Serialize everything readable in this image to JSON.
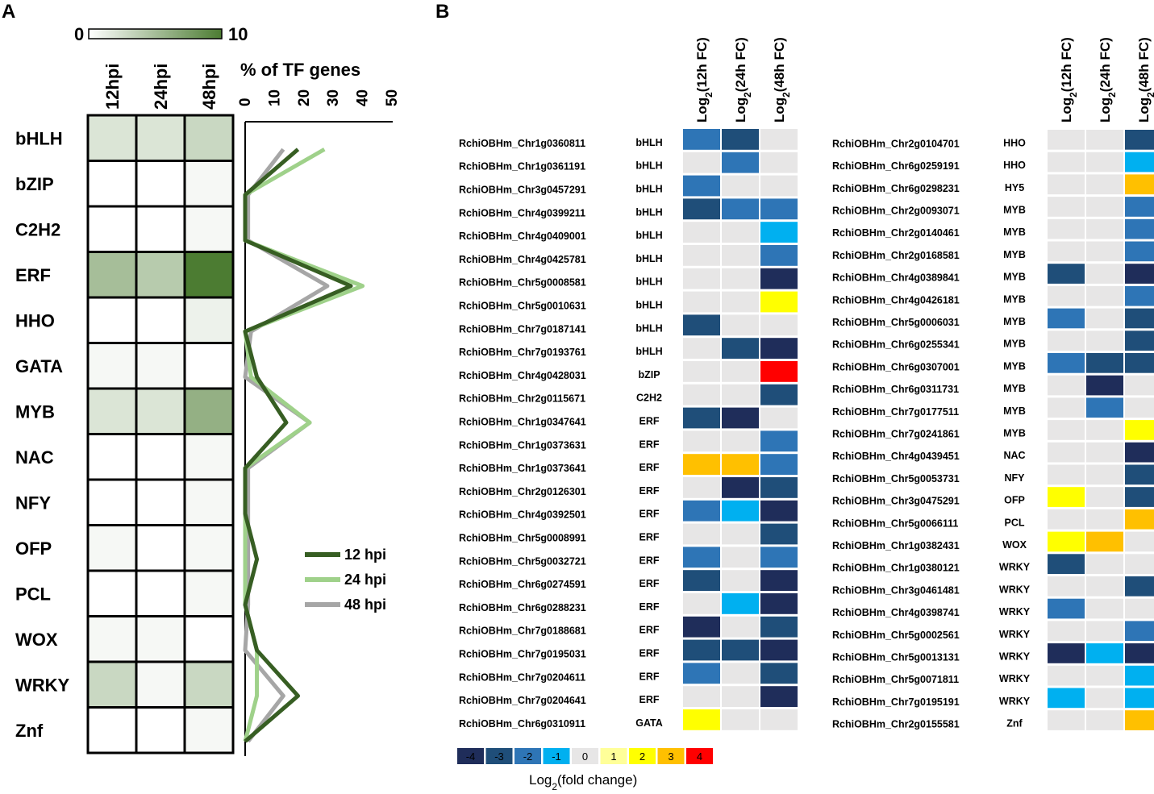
{
  "panels": {
    "a": "A",
    "b": "B"
  },
  "chart_data": [
    {
      "type": "heatmap",
      "panel": "A",
      "colorbar": {
        "min_label": "0",
        "max_label": "10",
        "min": 0,
        "max": 10,
        "low_color": "#ffffff",
        "high_color": "#4c7c32"
      },
      "columns": [
        "12hpi",
        "24hpi",
        "48hpi"
      ],
      "rows": [
        "bHLH",
        "bZIP",
        "C2H2",
        "ERF",
        "HHO",
        "GATA",
        "MYB",
        "NAC",
        "NFY",
        "OFP",
        "PCL",
        "WOX",
        "WRKY",
        "Znf"
      ],
      "values": [
        [
          2,
          2,
          3
        ],
        [
          0,
          0,
          0.5
        ],
        [
          0,
          0,
          0.5
        ],
        [
          5,
          4,
          10
        ],
        [
          0,
          0,
          1
        ],
        [
          0.5,
          0.5,
          0
        ],
        [
          2,
          2,
          6
        ],
        [
          0,
          0,
          0.5
        ],
        [
          0,
          0,
          0.5
        ],
        [
          0.5,
          0,
          0.5
        ],
        [
          0,
          0,
          0.5
        ],
        [
          0.5,
          0.5,
          0
        ],
        [
          3,
          0.5,
          3
        ],
        [
          0,
          0,
          0.5
        ]
      ]
    },
    {
      "type": "line",
      "panel": "A",
      "title": "% of TF genes",
      "xlim": [
        0,
        50
      ],
      "xticks": [
        "0",
        "10",
        "20",
        "30",
        "40",
        "50"
      ],
      "categories": [
        "bHLH",
        "bZIP",
        "C2H2",
        "ERF",
        "HHO",
        "GATA",
        "MYB",
        "NAC",
        "NFY",
        "OFP",
        "PCL",
        "WOX",
        "WRKY",
        "Znf"
      ],
      "series": [
        {
          "name": "12 hpi",
          "color": "#375e23",
          "values": [
            18,
            0,
            0,
            36,
            0,
            4,
            14,
            0,
            0,
            4,
            0,
            4,
            18,
            0
          ]
        },
        {
          "name": "24 hpi",
          "color": "#9fd18a",
          "values": [
            27,
            0,
            0,
            40,
            0,
            2,
            22,
            0,
            0,
            0,
            0,
            4,
            4,
            0
          ]
        },
        {
          "name": "48 hpi",
          "color": "#a6a6a6",
          "values": [
            13,
            1,
            1,
            28,
            2,
            0,
            22,
            1,
            1,
            1,
            1,
            0,
            13,
            1
          ]
        }
      ]
    },
    {
      "type": "heatmap",
      "panel": "B",
      "columns": [
        "Log2(12h FC)",
        "Log2(24h FC)",
        "Log2(48h FC)"
      ],
      "scale_title": "Log2(fold change)",
      "scale": [
        {
          "label": "-4",
          "color": "#1f2d5a"
        },
        {
          "label": "-3",
          "color": "#1f4e79"
        },
        {
          "label": "-2",
          "color": "#2e75b6"
        },
        {
          "label": "-1",
          "color": "#00b0f0"
        },
        {
          "label": "0",
          "color": "#e7e6e6"
        },
        {
          "label": "1",
          "color": "#ffff99"
        },
        {
          "label": "2",
          "color": "#ffff00"
        },
        {
          "label": "3",
          "color": "#ffc000"
        },
        {
          "label": "4",
          "color": "#ff0000"
        }
      ],
      "left_genes": [
        {
          "gene": "RchiOBHm_Chr1g0360811",
          "family": "bHLH",
          "values": [
            -2,
            -3,
            0
          ]
        },
        {
          "gene": "RchiOBHm_Chr1g0361191",
          "family": "bHLH",
          "values": [
            0,
            -2,
            0
          ]
        },
        {
          "gene": "RchiOBHm_Chr3g0457291",
          "family": "bHLH",
          "values": [
            -2,
            0,
            0
          ]
        },
        {
          "gene": "RchiOBHm_Chr4g0399211",
          "family": "bHLH",
          "values": [
            -3,
            -2,
            -2
          ]
        },
        {
          "gene": "RchiOBHm_Chr4g0409001",
          "family": "bHLH",
          "values": [
            0,
            0,
            -1
          ]
        },
        {
          "gene": "RchiOBHm_Chr4g0425781",
          "family": "bHLH",
          "values": [
            0,
            0,
            -2
          ]
        },
        {
          "gene": "RchiOBHm_Chr5g0008581",
          "family": "bHLH",
          "values": [
            0,
            0,
            -4
          ]
        },
        {
          "gene": "RchiOBHm_Chr5g0010631",
          "family": "bHLH",
          "values": [
            0,
            0,
            2
          ]
        },
        {
          "gene": "RchiOBHm_Chr7g0187141",
          "family": "bHLH",
          "values": [
            -3,
            0,
            0
          ]
        },
        {
          "gene": "RchiOBHm_Chr7g0193761",
          "family": "bHLH",
          "values": [
            0,
            -3,
            -4
          ]
        },
        {
          "gene": "RchiOBHm_Chr4g0428031",
          "family": "bZIP",
          "values": [
            0,
            0,
            4
          ]
        },
        {
          "gene": "RchiOBHm_Chr2g0115671",
          "family": "C2H2",
          "values": [
            0,
            0,
            -3
          ]
        },
        {
          "gene": "RchiOBHm_Chr1g0347641",
          "family": "ERF",
          "values": [
            -3,
            -4,
            0
          ]
        },
        {
          "gene": "RchiOBHm_Chr1g0373631",
          "family": "ERF",
          "values": [
            0,
            0,
            -2
          ]
        },
        {
          "gene": "RchiOBHm_Chr1g0373641",
          "family": "ERF",
          "values": [
            3,
            3,
            -2
          ]
        },
        {
          "gene": "RchiOBHm_Chr2g0126301",
          "family": "ERF",
          "values": [
            0,
            -4,
            -3
          ]
        },
        {
          "gene": "RchiOBHm_Chr4g0392501",
          "family": "ERF",
          "values": [
            -2,
            -1,
            -4
          ]
        },
        {
          "gene": "RchiOBHm_Chr5g0008991",
          "family": "ERF",
          "values": [
            0,
            0,
            -3
          ]
        },
        {
          "gene": "RchiOBHm_Chr5g0032721",
          "family": "ERF",
          "values": [
            -2,
            0,
            -2
          ]
        },
        {
          "gene": "RchiOBHm_Chr6g0274591",
          "family": "ERF",
          "values": [
            -3,
            0,
            -4
          ]
        },
        {
          "gene": "RchiOBHm_Chr6g0288231",
          "family": "ERF",
          "values": [
            0,
            -1,
            -4
          ]
        },
        {
          "gene": "RchiOBHm_Chr7g0188681",
          "family": "ERF",
          "values": [
            -4,
            0,
            -3
          ]
        },
        {
          "gene": "RchiOBHm_Chr7g0195031",
          "family": "ERF",
          "values": [
            -3,
            -3,
            -4
          ]
        },
        {
          "gene": "RchiOBHm_Chr7g0204611",
          "family": "ERF",
          "values": [
            -2,
            0,
            -3
          ]
        },
        {
          "gene": "RchiOBHm_Chr7g0204641",
          "family": "ERF",
          "values": [
            0,
            0,
            -4
          ]
        },
        {
          "gene": "RchiOBHm_Chr6g0310911",
          "family": "GATA",
          "values": [
            2,
            0,
            0
          ]
        }
      ],
      "right_genes": [
        {
          "gene": "RchiOBHm_Chr2g0104701",
          "family": "HHO",
          "values": [
            0,
            0,
            -3
          ]
        },
        {
          "gene": "RchiOBHm_Chr6g0259191",
          "family": "HHO",
          "values": [
            0,
            0,
            -1
          ]
        },
        {
          "gene": "RchiOBHm_Chr6g0298231",
          "family": "HY5",
          "values": [
            0,
            0,
            3
          ]
        },
        {
          "gene": "RchiOBHm_Chr2g0093071",
          "family": "MYB",
          "values": [
            0,
            0,
            -2
          ]
        },
        {
          "gene": "RchiOBHm_Chr2g0140461",
          "family": "MYB",
          "values": [
            0,
            0,
            -2
          ]
        },
        {
          "gene": "RchiOBHm_Chr2g0168581",
          "family": "MYB",
          "values": [
            0,
            0,
            -2
          ]
        },
        {
          "gene": "RchiOBHm_Chr4g0389841",
          "family": "MYB",
          "values": [
            -3,
            0,
            -4
          ]
        },
        {
          "gene": "RchiOBHm_Chr4g0426181",
          "family": "MYB",
          "values": [
            0,
            0,
            -2
          ]
        },
        {
          "gene": "RchiOBHm_Chr5g0006031",
          "family": "MYB",
          "values": [
            -2,
            0,
            -3
          ]
        },
        {
          "gene": "RchiOBHm_Chr6g0255341",
          "family": "MYB",
          "values": [
            0,
            0,
            -3
          ]
        },
        {
          "gene": "RchiOBHm_Chr6g0307001",
          "family": "MYB",
          "values": [
            -2,
            -3,
            -3
          ]
        },
        {
          "gene": "RchiOBHm_Chr6g0311731",
          "family": "MYB",
          "values": [
            0,
            -4,
            0
          ]
        },
        {
          "gene": "RchiOBHm_Chr7g0177511",
          "family": "MYB",
          "values": [
            0,
            -2,
            0
          ]
        },
        {
          "gene": "RchiOBHm_Chr7g0241861",
          "family": "MYB",
          "values": [
            0,
            0,
            2
          ]
        },
        {
          "gene": "RchiOBHm_Chr4g0439451",
          "family": "NAC",
          "values": [
            0,
            0,
            -4
          ]
        },
        {
          "gene": "RchiOBHm_Chr5g0053731",
          "family": "NFY",
          "values": [
            0,
            0,
            -3
          ]
        },
        {
          "gene": "RchiOBHm_Chr3g0475291",
          "family": "OFP",
          "values": [
            2,
            0,
            -3
          ]
        },
        {
          "gene": "RchiOBHm_Chr5g0066111",
          "family": "PCL",
          "values": [
            0,
            0,
            3
          ]
        },
        {
          "gene": "RchiOBHm_Chr1g0382431",
          "family": "WOX",
          "values": [
            2,
            3,
            0
          ]
        },
        {
          "gene": "RchiOBHm_Chr1g0380121",
          "family": "WRKY",
          "values": [
            -3,
            0,
            0
          ]
        },
        {
          "gene": "RchiOBHm_Chr3g0461481",
          "family": "WRKY",
          "values": [
            0,
            0,
            -3
          ]
        },
        {
          "gene": "RchiOBHm_Chr4g0398741",
          "family": "WRKY",
          "values": [
            -2,
            0,
            0
          ]
        },
        {
          "gene": "RchiOBHm_Chr5g0002561",
          "family": "WRKY",
          "values": [
            0,
            0,
            -2
          ]
        },
        {
          "gene": "RchiOBHm_Chr5g0013131",
          "family": "WRKY",
          "values": [
            -4,
            -1,
            -4
          ]
        },
        {
          "gene": "RchiOBHm_Chr5g0071811",
          "family": "WRKY",
          "values": [
            0,
            0,
            -1
          ]
        },
        {
          "gene": "RchiOBHm_Chr7g0195191",
          "family": "WRKY",
          "values": [
            -1,
            0,
            -1
          ]
        },
        {
          "gene": "RchiOBHm_Chr2g0155581",
          "family": "Znf",
          "values": [
            0,
            0,
            3
          ]
        }
      ]
    }
  ]
}
